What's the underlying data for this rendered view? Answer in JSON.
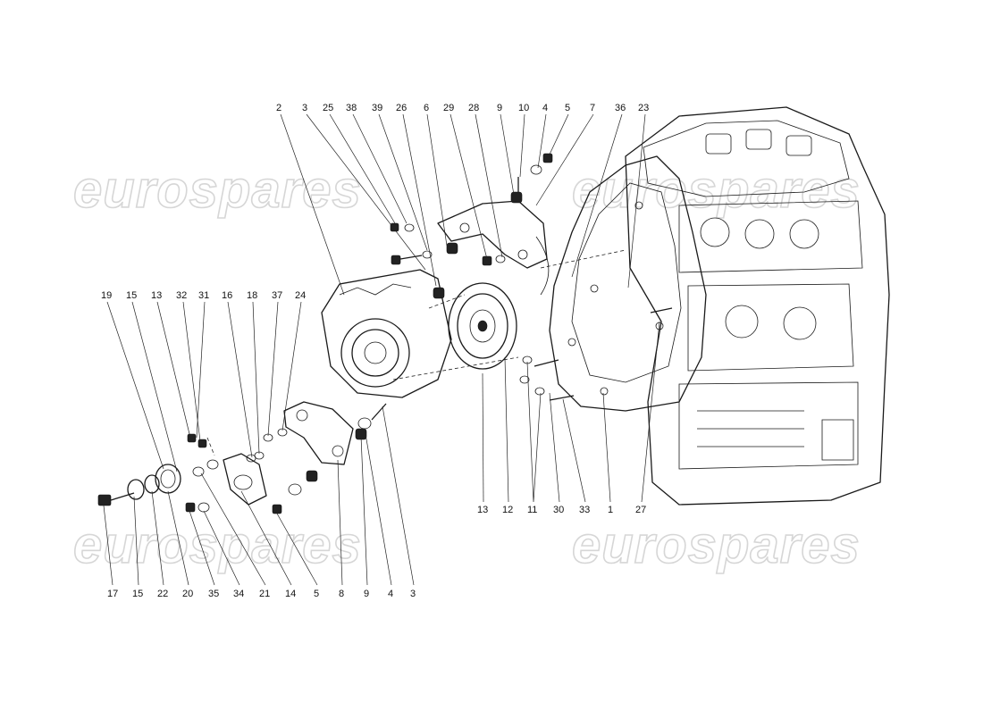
{
  "watermark": {
    "text": "eurospares"
  },
  "callouts": {
    "top": [
      "2",
      "3",
      "25",
      "38",
      "39",
      "26",
      "6",
      "29",
      "28",
      "9",
      "10",
      "4",
      "5",
      "7",
      "36",
      "23"
    ],
    "left": [
      "19",
      "15",
      "13",
      "32",
      "31",
      "16",
      "18",
      "37",
      "24"
    ],
    "right": [
      "13",
      "12",
      "11",
      "30",
      "33",
      "1",
      "27"
    ],
    "bottom": [
      "17",
      "15",
      "22",
      "20",
      "35",
      "34",
      "21",
      "14",
      "5",
      "8",
      "9",
      "4",
      "3"
    ]
  }
}
